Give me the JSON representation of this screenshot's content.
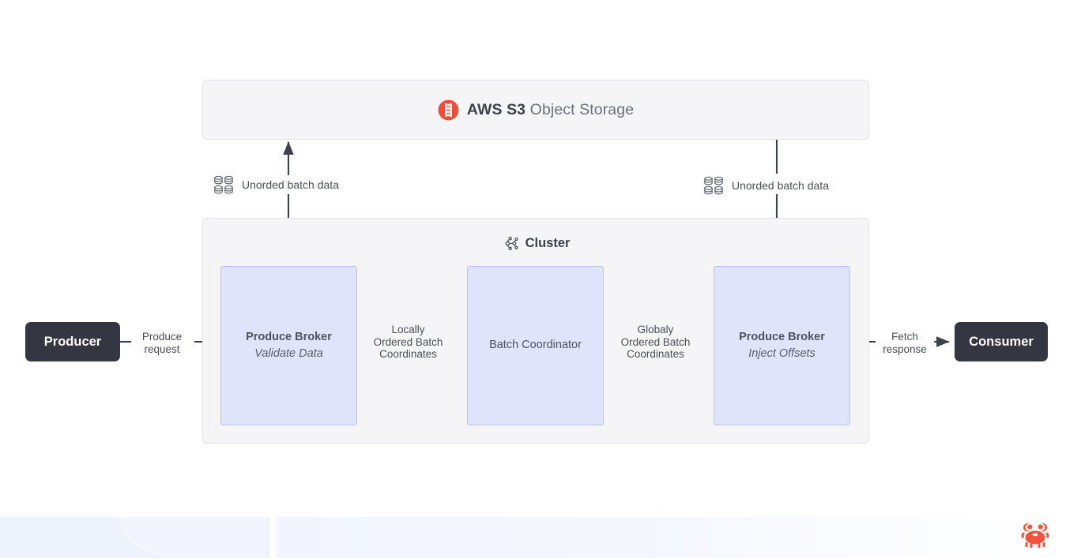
{
  "storage": {
    "icon": "aws-s3-icon",
    "brand": "AWS S3",
    "suffix": "Object Storage"
  },
  "cluster": {
    "icon": "cluster-network-icon",
    "title": "Cluster",
    "nodes": [
      {
        "title": "Produce Broker",
        "subtitle": "Validate Data"
      },
      {
        "title": "Batch Coordinator",
        "subtitle": ""
      },
      {
        "title": "Produce Broker",
        "subtitle": "Inject Offsets"
      }
    ]
  },
  "endpoints": {
    "producer": "Producer",
    "consumer": "Consumer"
  },
  "edges": {
    "produce_request": "Produce\nrequest",
    "locally_ordered": "Locally\nOrdered Batch\nCoordinates",
    "globaly_ordered": "Globaly\nOrdered Batch\nCoordinates",
    "fetch_response": "Fetch\nresponse"
  },
  "storage_traffic": [
    {
      "icon": "database-grid-icon",
      "label": "Unorded batch data",
      "direction": "up"
    },
    {
      "icon": "database-grid-icon",
      "label": "Unorded batch data",
      "direction": "down"
    }
  ],
  "branding": {
    "logo": "crab-logo"
  },
  "colors": {
    "node_fill": "#dfe4fb",
    "node_border": "#b9c2e8",
    "panel_fill": "#f5f5f7",
    "panel_border": "#e3e3e7",
    "endpoint_fill": "#343641",
    "accent_s3": "#e8503a",
    "stroke": "#3d414b",
    "text": "#4a4f57"
  }
}
